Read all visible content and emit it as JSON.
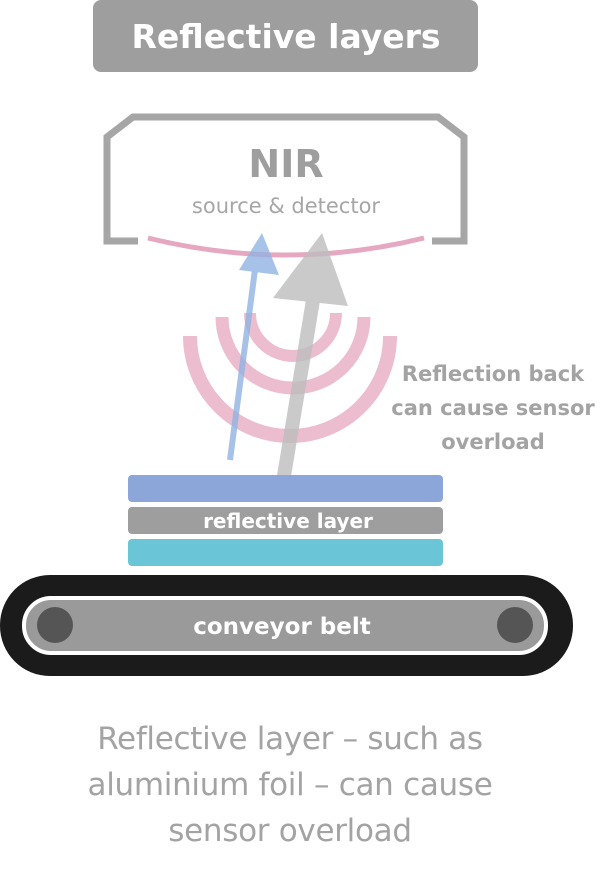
{
  "title": "Reflective layers",
  "device": {
    "name": "NIR",
    "subtitle": "source & detector"
  },
  "annotation": {
    "lines": [
      "Reflection back",
      "can cause sensor",
      "overload"
    ]
  },
  "layers": {
    "middle_label": "reflective layer"
  },
  "belt": {
    "label": "conveyor belt"
  },
  "caption": {
    "lines": [
      "Reflective layer – such as",
      "aluminium foil – can cause",
      "sensor overload"
    ]
  },
  "colors": {
    "title_bg": "#9e9e9e",
    "device_outline": "#a6a6a6",
    "sensor_arc": "#e6a7c0",
    "waves": "#e6a7c0",
    "blue_arrow": "#8fb2e2",
    "grey_arrow": "#bdbdbd",
    "top_layer": "#8ca6d9",
    "reflective_layer": "#9e9e9e",
    "bottom_layer": "#6ac6d6",
    "belt_outer": "#1b1b1b",
    "belt_inner": "#9a9a9a",
    "roller": "#555555",
    "text_grey": "#a3a3a3"
  }
}
